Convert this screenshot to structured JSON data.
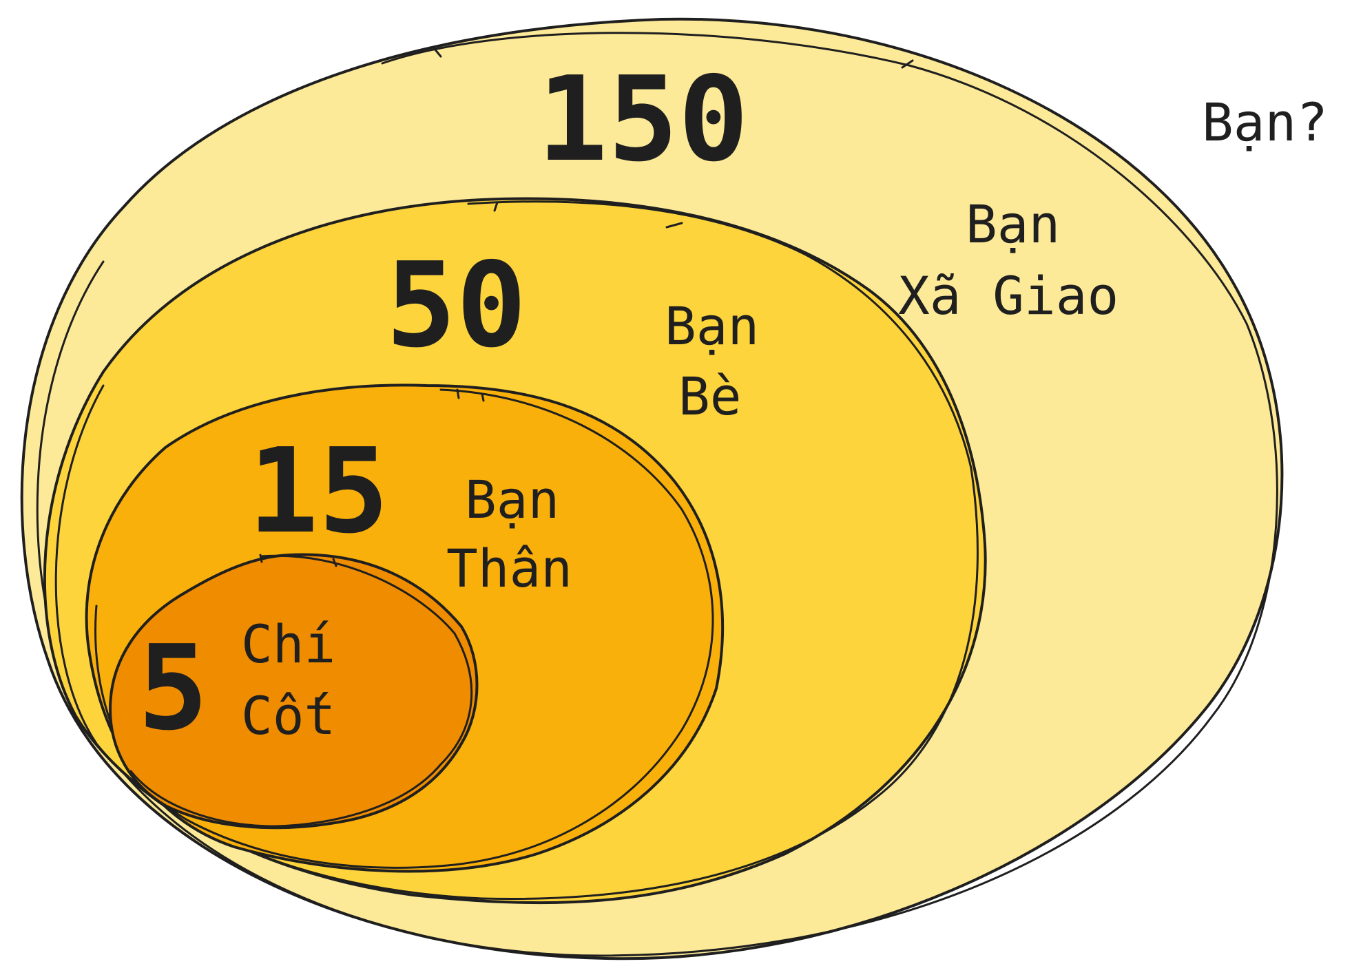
{
  "colors": {
    "ring_150": "#fdea98",
    "ring_50": "#fdd43c",
    "ring_15": "#f9b00b",
    "ring_5": "#ef8c00",
    "stroke": "#1f1f1f",
    "text": "#1f1f1f"
  },
  "outside": {
    "label": "Bạn?"
  },
  "rings": [
    {
      "id": "150",
      "number": "150",
      "label_line1": "Bạn",
      "label_line2": "Xã Giao"
    },
    {
      "id": "50",
      "number": "50",
      "label_line1": "Bạn",
      "label_line2": "Bè"
    },
    {
      "id": "15",
      "number": "15",
      "label_line1": "Bạn",
      "label_line2": "Thân"
    },
    {
      "id": "5",
      "number": "5",
      "label_line1": "Chí",
      "label_line2": "Cốt"
    }
  ]
}
